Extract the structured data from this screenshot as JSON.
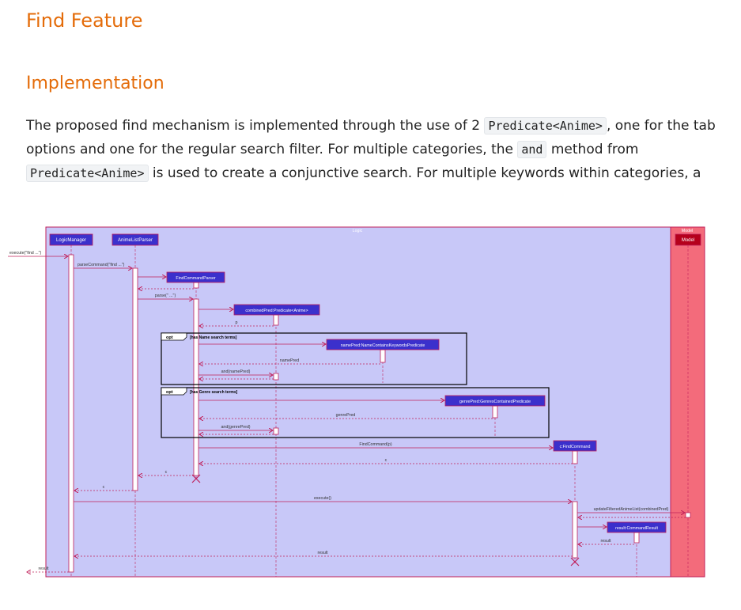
{
  "heading": "Find Feature",
  "subheading": "Implementation",
  "paragraph": {
    "t1": "The proposed find mechanism is implemented through the use of 2 ",
    "code1": "Predicate<Anime>",
    "t2": ", one for the tab options and one for the regular search filter. For multiple categories, the ",
    "code2": "and",
    "t3": " method from ",
    "code3": "Predicate<Anime>",
    "t4": " is used to create a conjunctive search. For multiple keywords within categories, a"
  },
  "diagram": {
    "logic_frame": "Logic",
    "model_frame": "Model",
    "participants": {
      "logic_manager": "LogicManager",
      "anime_list_parser": "AnimeListParser",
      "model": "Model"
    },
    "objects": {
      "find_command_parser": "FindCommandParser",
      "combined_pred": "combinedPred:Predicate<Anime>",
      "name_pred": "namePred:NameContainsKeywordsPredicate",
      "genre_pred": "genrePred:GenresContainedPredicate",
      "find_command": "c:FindCommand",
      "command_result": "result:CommandResult"
    },
    "fragments": {
      "opt_keyword": "opt",
      "opt1_guard": "[has Name search terms]",
      "opt2_guard": "[has Genre search terms]"
    },
    "messages": {
      "execute_find": "execute(\"find ...\")",
      "parse_command": "parseCommand(\"find ...\")",
      "parse": "parse(\" ...\")",
      "return_p": "p",
      "return_name_pred": "namePred",
      "and_name_pred": "and(namePred)",
      "return_genre_pred": "genrePred",
      "and_genre_pred": "and(genrePred)",
      "find_command_p": "FindCommand(p)",
      "return_c1": "c",
      "return_c2": "c",
      "return_c3": "c",
      "execute": "execute()",
      "update_filtered": "updateFilteredAnimeList(combinedPred)",
      "return_result1": "result",
      "return_result2": "result",
      "return_result3": "result"
    },
    "colors": {
      "logic_bg": "#c8c8f8",
      "model_bg": "#f36b7b",
      "participant": "#3b30cc",
      "model_participant": "#b5001c",
      "arrow": "#c0205a"
    }
  }
}
